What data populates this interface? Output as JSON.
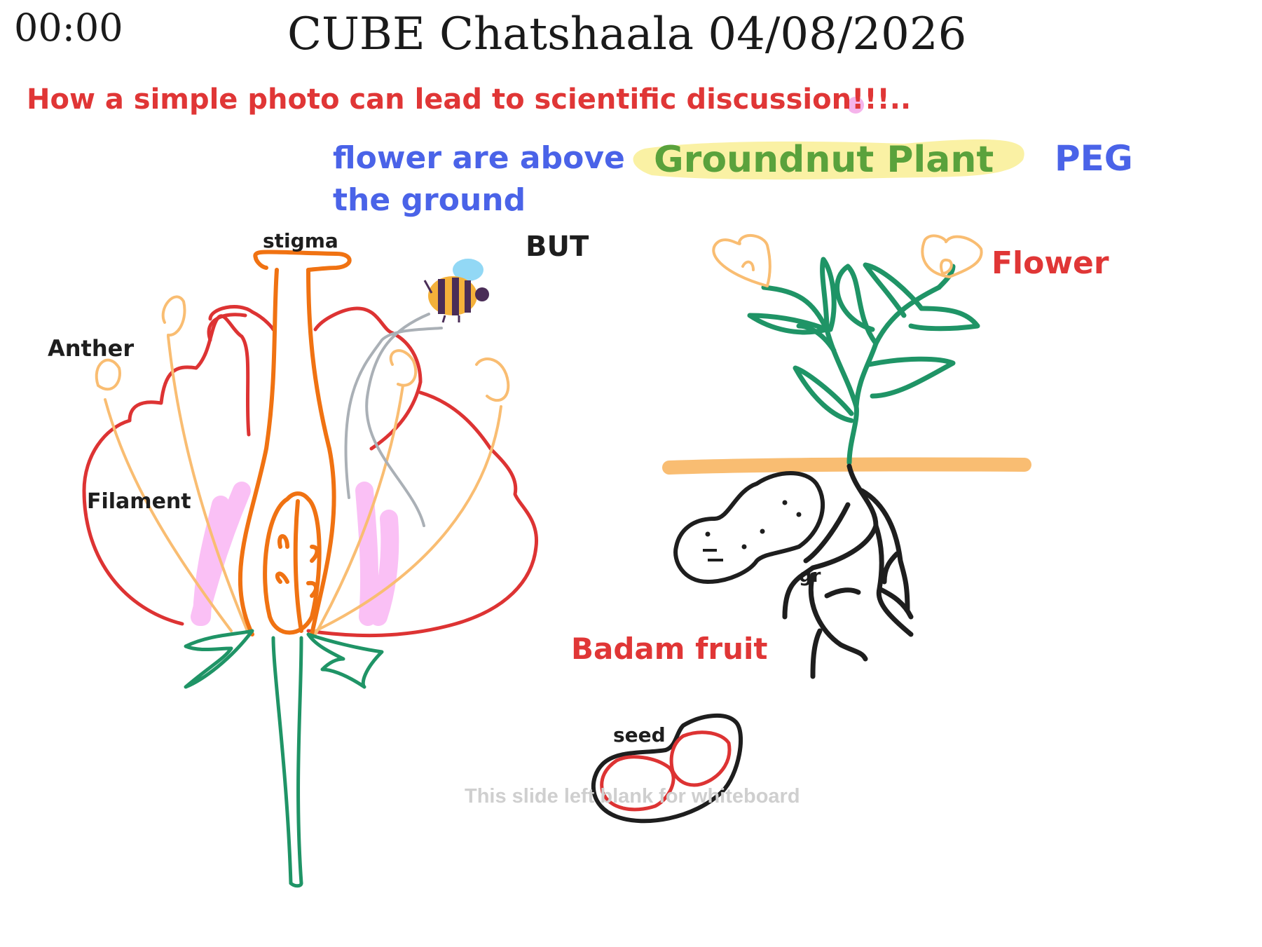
{
  "header": {
    "timer": "00:00",
    "title": "CUBE Chatshaala 04/08/2026"
  },
  "whiteboard": {
    "headline": "How a simple photo can lead to scientific discussion!!!..",
    "note_line1": "flower are above",
    "note_line2": "the ground",
    "highlight_label": "Groundnut Plant",
    "peg_label": "PEG",
    "but_label": "BUT",
    "flower_label": "Flower",
    "fruit_label": "Badam fruit",
    "root_label": "gr",
    "watermark": "This slide left blank for whiteboard"
  },
  "flower_diagram": {
    "stigma": "stigma",
    "anther": "Anther",
    "filament": "Filament",
    "pollinator_icon": "bee-icon"
  },
  "seed_diagram": {
    "seed": "seed"
  },
  "colors": {
    "petal": "#dd3333",
    "pistil": "#f07212",
    "stamen": "#f9bd72",
    "stem": "#1f9466",
    "soil": "#f9bd72",
    "highlight": "#f9ef9a",
    "pink": "#f9a6f2"
  }
}
